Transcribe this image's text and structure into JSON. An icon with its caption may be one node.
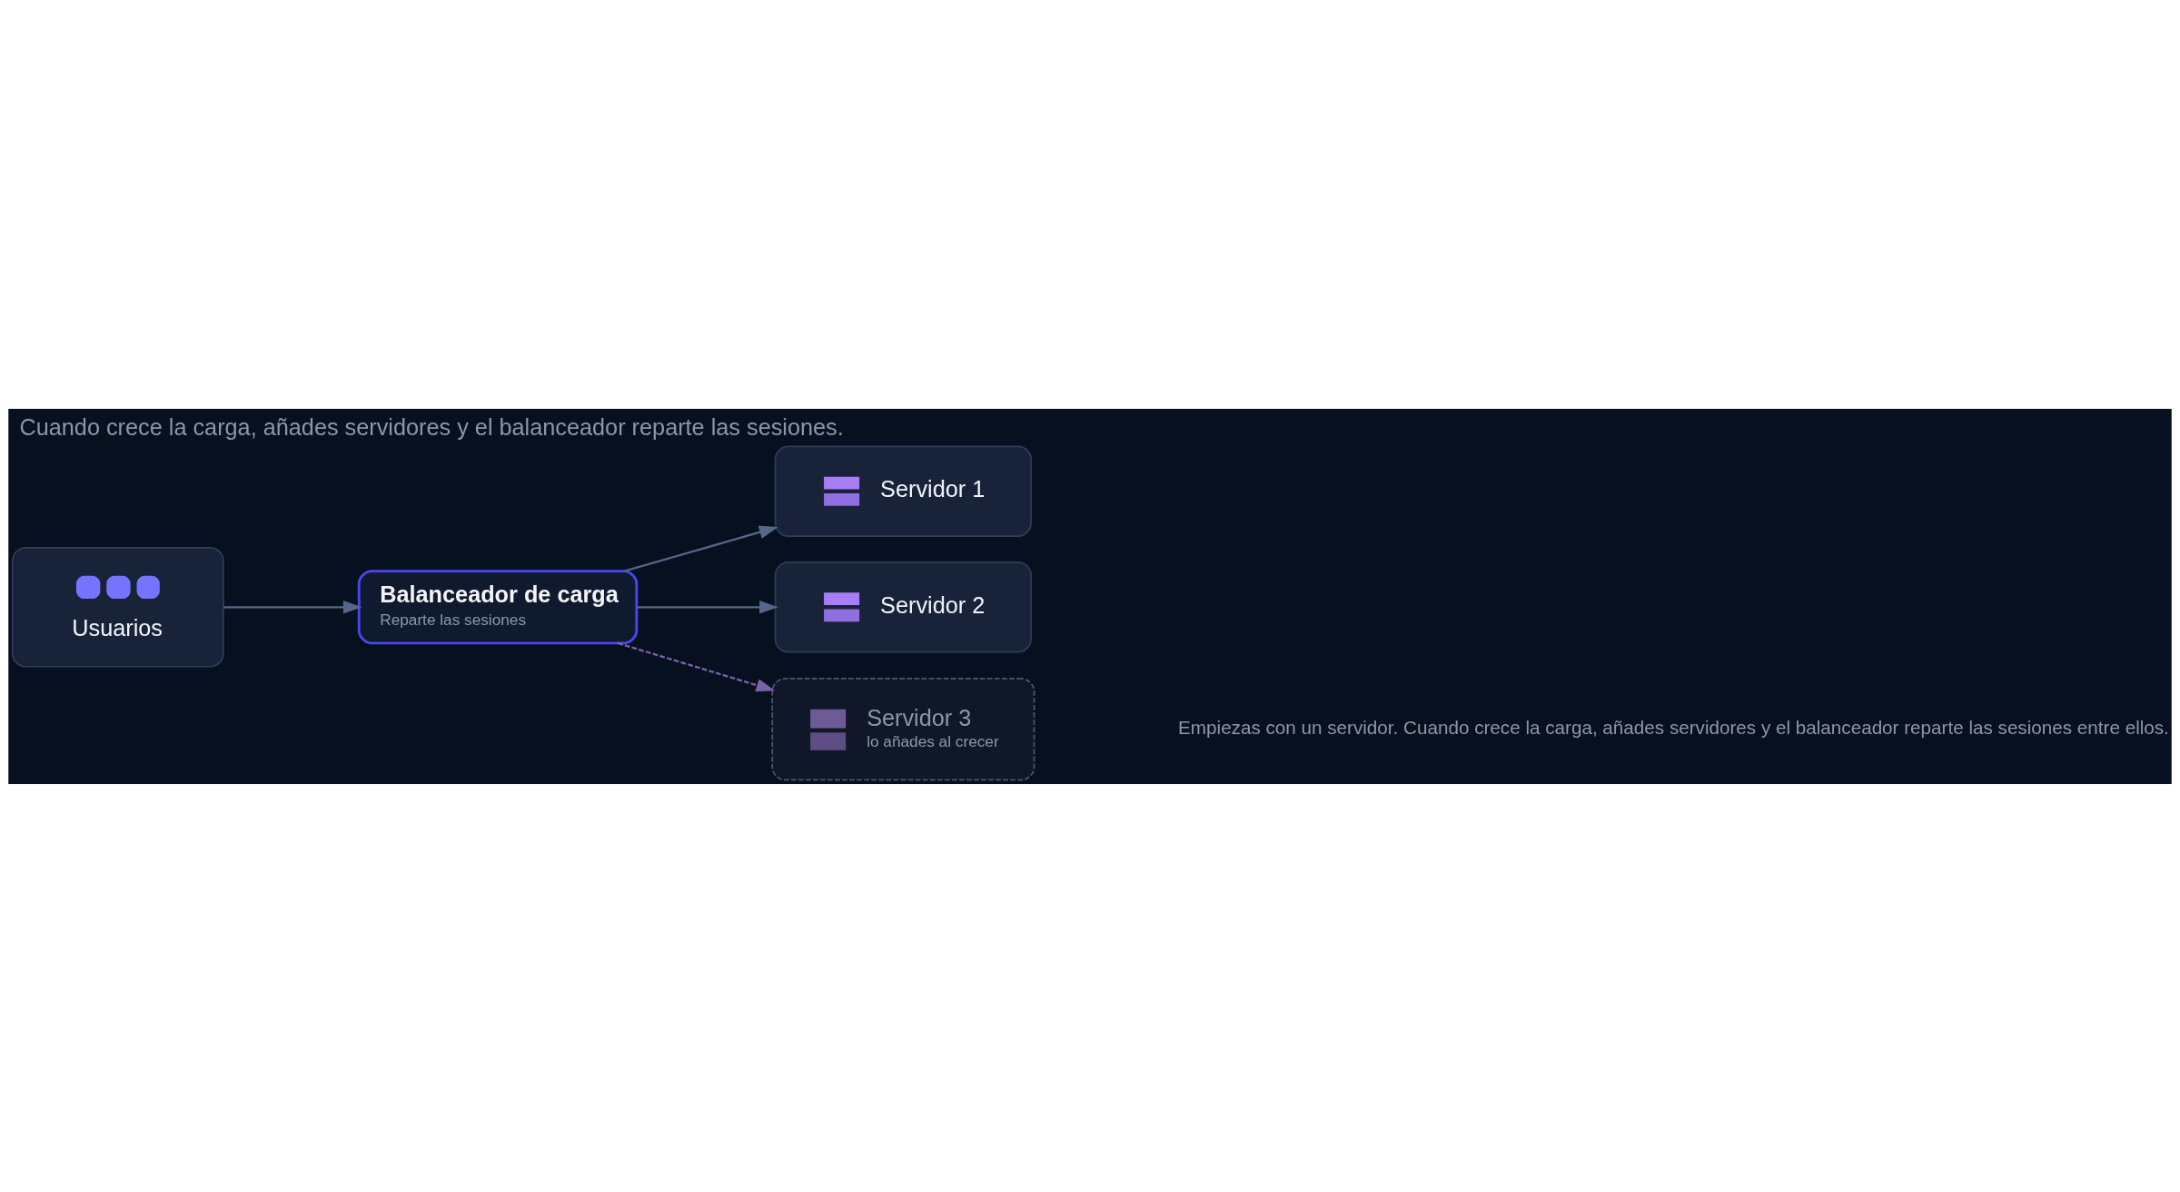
{
  "diagram": {
    "title": "Cuando crece la carga, añades servidores y el balanceador reparte las sesiones.",
    "caption": "Empiezas con un servidor. Cuando crece la carga, añades servidores y el balanceador reparte las sesiones entre ellos.",
    "nodes": [
      {
        "text": [
          "Usuarios"
        ]
      },
      {
        "text": [
          "Balanceador de carga",
          "Reparte las sesiones"
        ]
      },
      {
        "text": [
          "Servidor 1"
        ]
      },
      {
        "text": [
          "Servidor 2"
        ]
      },
      {
        "text": [
          "Servidor 3",
          "lo añades al crecer"
        ]
      }
    ],
    "edges": [
      {
        "from": 0,
        "to": 1,
        "arrow": "to"
      },
      {
        "from": 1,
        "to": 2,
        "arrow": "to"
      },
      {
        "from": 1,
        "to": 3,
        "arrow": "to"
      },
      {
        "from": 1,
        "to": 4,
        "arrow": "to",
        "style": "dashed",
        "color": "#7a62a8"
      }
    ]
  }
}
